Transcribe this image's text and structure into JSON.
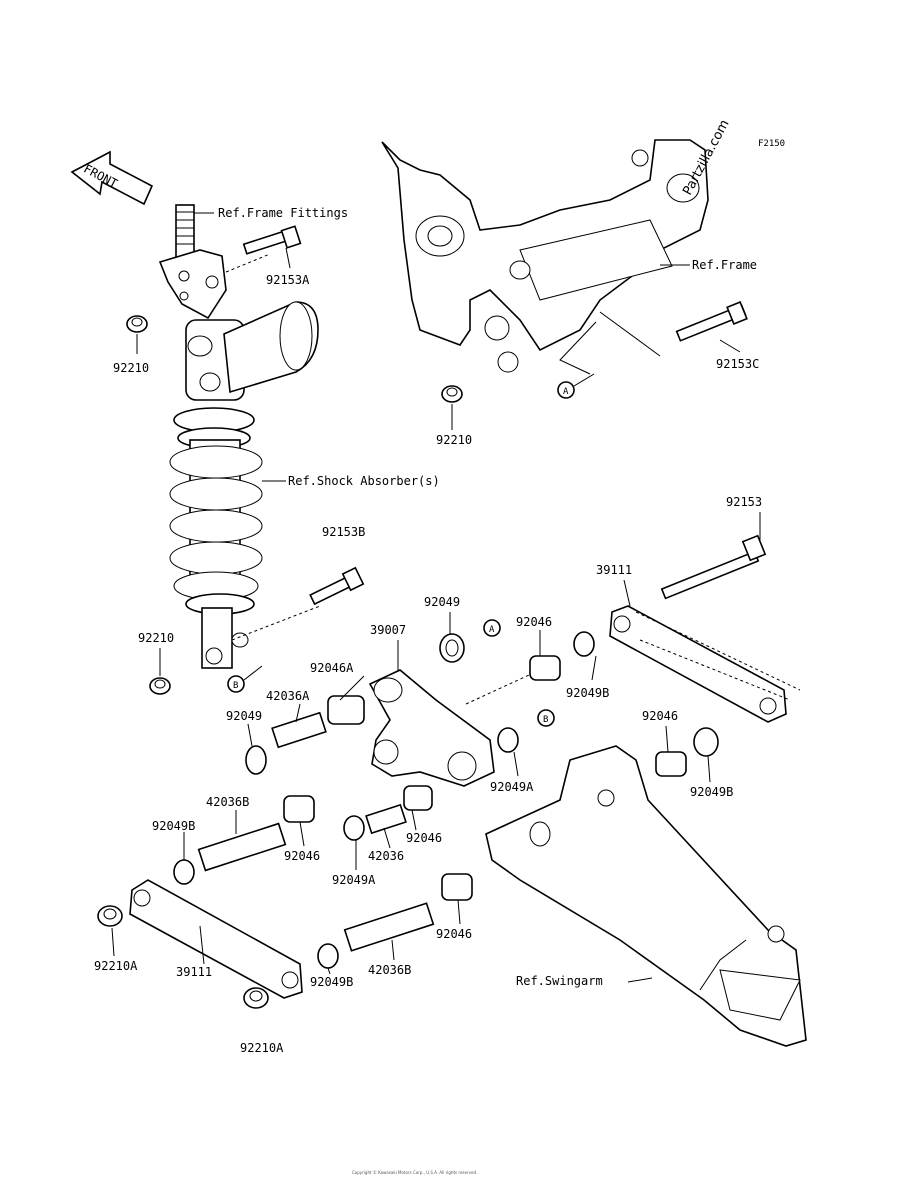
{
  "diagram_code": "F2150",
  "watermark": "Partzilla.com",
  "front_arrow": "FRONT",
  "refs": {
    "frame_fittings": "Ref.Frame Fittings",
    "frame": "Ref.Frame",
    "shock": "Ref.Shock Absorber(s)",
    "swingarm": "Ref.Swingarm"
  },
  "parts": {
    "p92153A": "92153A",
    "p92210_a": "92210",
    "p92210_b": "92210",
    "p92153C": "92153C",
    "p92153B": "92153B",
    "p92153": "92153",
    "p39111_a": "39111",
    "p92049_a": "92049",
    "p39007": "39007",
    "p92046_a": "92046",
    "p92210_c": "92210",
    "p92046A": "92046A",
    "p42036A": "42036A",
    "p92049_b": "92049",
    "p92049B_a": "92049B",
    "p92046_b": "92046",
    "p92049A_a": "92049A",
    "p42036B_a": "42036B",
    "p92049B_b": "92049B",
    "p92046_c": "92046",
    "p42036": "42036",
    "p92049A_b": "92049A",
    "p92046_d": "92046",
    "p92046_e": "92046",
    "p92049B_c": "92049B",
    "p92210A_a": "92210A",
    "p39111_b": "39111",
    "p42036B_b": "42036B",
    "p92049B_d": "92049B",
    "p92210A_b": "92210A"
  },
  "markers": {
    "a1": "A",
    "a2": "A",
    "b1": "B",
    "b2": "B"
  },
  "footer": "Copyright © Kawasaki Motors Corp., U.S.A. All rights reserved."
}
